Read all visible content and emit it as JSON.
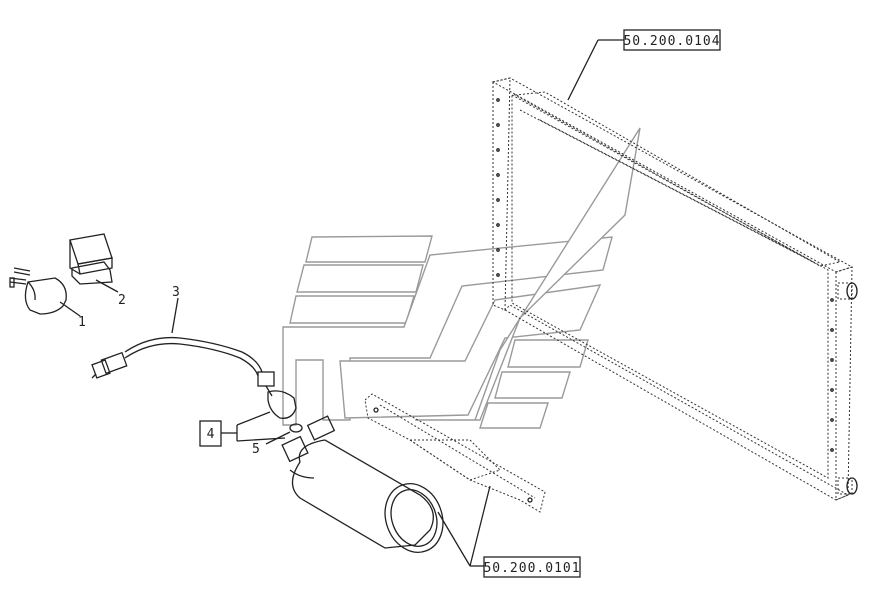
{
  "references": {
    "radiator_ref": "50.200.0104",
    "receiver_ref": "50.200.0101"
  },
  "callouts": {
    "item_1": "1",
    "item_2": "2",
    "item_3": "3",
    "item_4": "4",
    "item_5": "5"
  },
  "colors": {
    "line": "#222222",
    "watermark": "#9a9a9a",
    "background": "#ffffff"
  }
}
